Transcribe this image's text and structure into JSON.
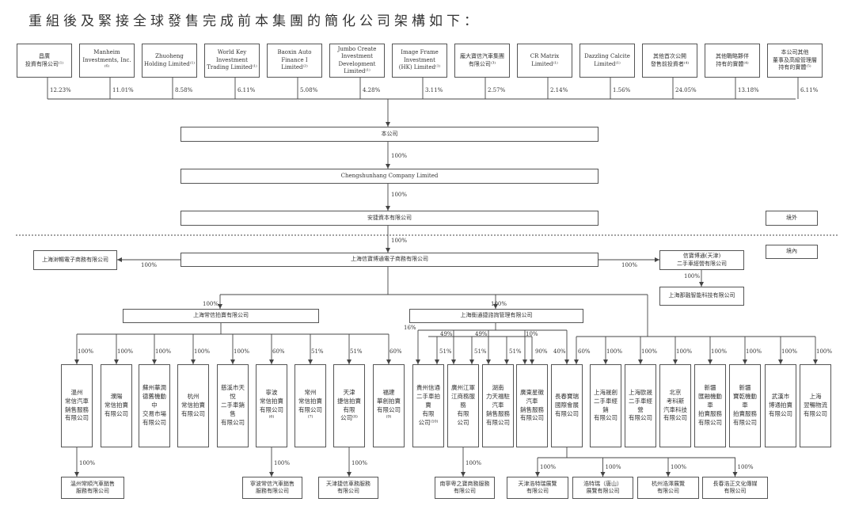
{
  "title": "重組後及緊接全球發售完成前本集團的簡化公司架構如下：",
  "top_holders": [
    {
      "name": "昌廣\n投資有限公司⁽¹⁾",
      "pct": "12.23%"
    },
    {
      "name": "Manheim\nInvestments, Inc.⁽⁶⁾",
      "pct": "11.01%"
    },
    {
      "name": "Zhuoheng\nHolding Limited⁽¹⁾",
      "pct": "8.58%"
    },
    {
      "name": "World Key Investment\nTrading Limited⁽¹⁾",
      "pct": "6.11%"
    },
    {
      "name": "Baoxin Auto\nFinance I Limited⁽²⁾",
      "pct": "5.08%"
    },
    {
      "name": "Jumbo Create\nInvestment\nDevelopment\nLimited⁽¹⁾",
      "pct": "4.28%"
    },
    {
      "name": "Image Frame\nInvestment\n(HK) Limited⁽¹⁾",
      "pct": "3.11%"
    },
    {
      "name": "龐大寶信汽車集團\n有限公司⁽³⁾",
      "pct": "2.57%"
    },
    {
      "name": "CR Matrix Limited⁽¹⁾",
      "pct": "2.14%"
    },
    {
      "name": "Dazzling Calcite\nLimited⁽¹⁾",
      "pct": "1.56%"
    },
    {
      "name": "其他首次公開\n發售前投資者⁽⁴⁾",
      "pct": "24.05%"
    },
    {
      "name": "其他戰略夥伴\n持有的實體⁽⁴⁾",
      "pct": "13.18%"
    },
    {
      "name": "本公司其他\n董事及高級管理層\n持有的實體⁽⁵⁾",
      "pct": "6.11%"
    }
  ],
  "chain": {
    "company": "本公司",
    "pct1": "100%",
    "bvi": "Chengshunhang Company Limited",
    "pct2": "100%",
    "hk": "安捷資本有限公司",
    "offshore_label": "境外",
    "pct3": "100%",
    "onshore_label": "境內",
    "main_prc": "上海信寶博通電子商務有限公司"
  },
  "side": {
    "left_name": "上海澍暢電子商務有限公司",
    "left_pct": "100%",
    "right_name": "信寶博通(天津)\n二手車經營有限公司",
    "right_pct": "100%",
    "right_sub_pct": "100%",
    "right_sub_name": "上海那融智能科技有限公司"
  },
  "mid": {
    "changxin": "上海常信拍賣有限公司",
    "changxin_pct": "100%",
    "hengtong": "上海衡通捷諮詢管理有限公司",
    "hengtong_pct": "100%",
    "pct_16": "16%",
    "pct_49a": "49%",
    "pct_49b": "49%",
    "pct_10": "10%"
  },
  "subsidiaries": [
    {
      "name": "溫州\n常信汽車\n銷售服務\n有限公司",
      "pct": "100%"
    },
    {
      "name": "濮陽\n常信拍賣\n有限公司",
      "pct": "100%"
    },
    {
      "name": "蘇州華潤\n德舊機動中\n交易市場\n有限公司",
      "pct": "100%"
    },
    {
      "name": "杭州\n常信拍賣\n有限公司",
      "pct": "100%"
    },
    {
      "name": "慈溪市天悅\n二手車銷售\n有限公司",
      "pct": "100%"
    },
    {
      "name": "寧波\n常信拍賣\n有限公司⁽⁶⁾",
      "pct": "60%"
    },
    {
      "name": "常州\n常信拍賣\n有限公司⁽⁷⁾",
      "pct": "51%"
    },
    {
      "name": "天津\n捷信拍賣\n有限\n公司⁽⁸⁾",
      "pct": "51%"
    },
    {
      "name": "福建\n華創拍賣\n有限公司⁽⁹⁾",
      "pct": "60%"
    },
    {
      "name": "貴州信通\n二手車拍賣\n有限\n公司⁽¹⁰⁾",
      "pct": "51%"
    },
    {
      "name": "廣州江軍\n江商務服務\n有限\n公司",
      "pct": "51%"
    },
    {
      "name": "湖南\n力天福駐\n汽車\n銷售服務\n有限公司",
      "pct": "51%"
    },
    {
      "name": "廣東星徽\n汽車\n銷售服務\n有限公司",
      "pct": "90%"
    },
    {
      "name": "長春寶瑞\n國際會展\n有限公司",
      "pct": "40%",
      "pct2": "60%"
    },
    {
      "name": "上海晟創\n二手車經銷\n有限公司",
      "pct": "100%"
    },
    {
      "name": "上海歐晟\n二手車經營\n有限公司",
      "pct": "100%"
    },
    {
      "name": "北京\n考科斯\n汽車科技\n有限公司",
      "pct": "100%"
    },
    {
      "name": "新疆\n匯融機動車\n拍賣服務\n有限公司",
      "pct": "100%"
    },
    {
      "name": "新疆\n寶乾機動車\n拍賣服務\n有限公司",
      "pct": "100%"
    },
    {
      "name": "武漢市\n博通拍賣\n有限公司",
      "pct": "100%"
    },
    {
      "name": "上海\n翌暢物流\n有限公司",
      "pct": "100%"
    }
  ],
  "bottom": [
    {
      "name": "溫州常順汽車銷售\n服務有限公司",
      "pct": "100%"
    },
    {
      "name": "寧波常信汽車銷售\n服務有限公司",
      "pct": "100%"
    },
    {
      "name": "天津捷信車務服務\n有限公司",
      "pct": "100%"
    },
    {
      "name": "南寧粵之寶商務服務\n有限公司",
      "pct": "100%"
    },
    {
      "name": "天津浩特瑞展覽\n有限公司",
      "pct": "100%"
    },
    {
      "name": "浩特瑞（唐山）\n展覽有限公司",
      "pct": "100%"
    },
    {
      "name": "杭州浩澤展覽\n有限公司",
      "pct": "100%"
    },
    {
      "name": "長春浩正文化傳媒\n有限公司",
      "pct": "100%"
    }
  ],
  "colors": {
    "line": "#444444",
    "border": "#555555",
    "text": "#333333"
  }
}
